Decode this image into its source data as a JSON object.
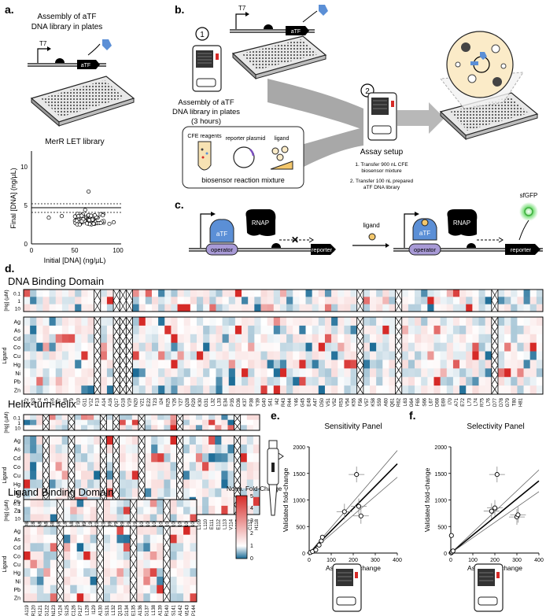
{
  "panel_labels": {
    "a": "a.",
    "b": "b.",
    "c": "c.",
    "d": "d.",
    "e": "e.",
    "f": "f."
  },
  "panel_a": {
    "title_line1": "Assembly of aTF",
    "title_line2": "DNA library in plates",
    "promoter": "T7",
    "gene": "aTF",
    "scatter_title": "MerR LET library",
    "xlabel": "Initial [DNA] (ng/µL)",
    "ylabel": "Final [DNA] (ng/µL)",
    "xticks": [
      "0",
      "50",
      "100"
    ],
    "yticks": [
      "0",
      "5",
      "10"
    ]
  },
  "panel_b": {
    "step1_number": "1",
    "step1_line1": "Assembly of aTF",
    "step1_line2": "DNA library in plates",
    "step1_line3": "(3 hours)",
    "step2_number": "2",
    "step2_title": "Assay setup",
    "step2_note1a": "1. Transfer 900 nL CFE",
    "step2_note1b": "biosensor mixture",
    "step2_note2a": "2. Transfer 100 nL prepared",
    "step2_note2b": "aTF DNA library",
    "promoter": "T7",
    "gene": "aTF",
    "cfe_label": "CFE reagents",
    "plasmid_label": "reporter plasmid",
    "ligand_label": "ligand",
    "mixture_label": "biosensor reaction mixture"
  },
  "panel_c": {
    "atf": "aTF",
    "rnap": "RNAP",
    "operator": "operator",
    "reporter": "reporter",
    "ligand": "ligand",
    "sfgfp": "sfGFP"
  },
  "panel_d": {
    "domains": [
      {
        "title": "DNA Binding Domain",
        "hg_ticks": [
          "0.1",
          "1",
          "10"
        ],
        "residues": [
          "E2",
          "N3",
          "I4",
          "L5",
          "E6",
          "N7",
          "I8",
          "T9",
          "I10",
          "G11",
          "V12",
          "F13",
          "A14",
          "A16",
          "Q17",
          "G18",
          "V19",
          "N20",
          "V21",
          "E22",
          "T23",
          "I24",
          "R25",
          "Y26",
          "Y27",
          "Q28",
          "R29",
          "K30",
          "G31",
          "L32",
          "L33",
          "E34",
          "P35",
          "D36",
          "K37",
          "P38",
          "Y39",
          "G40",
          "S41",
          "I42",
          "R43",
          "R44",
          "Y46",
          "G45",
          "E48",
          "A47",
          "D50",
          "V51",
          "V52",
          "R53",
          "V54",
          "K55",
          "F56",
          "V57",
          "K58",
          "S59",
          "A60",
          "Q61",
          "R62",
          "L63",
          "G64",
          "F65",
          "S66",
          "L67",
          "D68",
          "E69",
          "I70",
          "A71",
          "E72",
          "L73",
          "L74",
          "R75",
          "L76",
          "D77",
          "D78",
          "G79",
          "T80",
          "H81"
        ],
        "heat_cols": 81,
        "excluded_cols": [
          11,
          14,
          15,
          16,
          52,
          58,
          73
        ]
      },
      {
        "title": "Helix-turn-helix",
        "residues": [
          "Q82",
          "E83",
          "A84",
          "A85",
          "S86",
          "S87",
          "L88",
          "A89",
          "E90",
          "H91",
          "L92",
          "K93",
          "K94",
          "Q95",
          "V96",
          "R97",
          "E98",
          "K99",
          "M100",
          "A101",
          "D102",
          "L103",
          "A104",
          "R105",
          "M106",
          "E107",
          "T108",
          "L109",
          "L110",
          "E111",
          "E112",
          "L113",
          "V114",
          "A115",
          "C116",
          "C117",
          "H118"
        ],
        "heat_cols": 37,
        "excluded_cols": [
          3,
          7,
          12,
          14,
          18,
          24,
          33
        ]
      },
      {
        "title": "Ligand Binding Domain",
        "residues": [
          "A119",
          "R120",
          "K121",
          "G122",
          "N123",
          "V124",
          "S125",
          "C126",
          "P127",
          "L128",
          "I129",
          "A130",
          "S131",
          "L132",
          "Q133",
          "G134",
          "E135",
          "A136",
          "G137",
          "L138",
          "A139",
          "R140",
          "S141",
          "A142",
          "M143",
          "P144"
        ],
        "heat_cols": 26,
        "excluded_cols": [
          5,
          11,
          16,
          21
        ]
      }
    ],
    "hg_label": "[Hg] (µM)",
    "ligand_axis": "Ligand",
    "ligands": [
      "Ag",
      "As",
      "Cd",
      "Co",
      "Cu",
      "Hg",
      "Ni",
      "Pb",
      "Zn"
    ],
    "hg_ticks": [
      "0.1",
      "1",
      "10"
    ],
    "legend_title": "Norm. Fold-Change",
    "legend_ticks": [
      "0",
      "1",
      "2",
      "3",
      "4",
      "5"
    ],
    "colors": {
      "high": "#d62a27",
      "mid": "#ffffff",
      "low": "#1a6b96"
    }
  },
  "chart_data": [
    {
      "type": "scatter",
      "title": "Sensitivity Panel",
      "xlabel": "Assay fold-change",
      "ylabel": "Validated fold-change",
      "xlim": [
        0,
        400
      ],
      "ylim": [
        0,
        2000
      ],
      "xticks": [
        "0",
        "100",
        "200",
        "300",
        "400"
      ],
      "yticks": [
        "0",
        "500",
        "1000",
        "1500",
        "2000"
      ],
      "points": [
        {
          "x": 5,
          "y": 10
        },
        {
          "x": 15,
          "y": 30
        },
        {
          "x": 30,
          "y": 60
        },
        {
          "x": 45,
          "y": 150
        },
        {
          "x": 55,
          "y": 230
        },
        {
          "x": 60,
          "y": 300
        },
        {
          "x": 160,
          "y": 780
        },
        {
          "x": 215,
          "y": 1480
        },
        {
          "x": 225,
          "y": 880
        },
        {
          "x": 235,
          "y": 700
        }
      ],
      "fit": {
        "slope": 4.2,
        "intercept": 0
      }
    },
    {
      "type": "scatter",
      "title": "Selectivity Panel",
      "xlabel": "Assay fold-change",
      "ylabel": "Validated fold-change",
      "xlim": [
        0,
        400
      ],
      "ylim": [
        0,
        2000
      ],
      "xticks": [
        "0",
        "100",
        "200",
        "300",
        "400"
      ],
      "yticks": [
        "0",
        "500",
        "1000",
        "1500",
        "2000"
      ],
      "points": [
        {
          "x": 2,
          "y": 5
        },
        {
          "x": 5,
          "y": 20
        },
        {
          "x": 10,
          "y": 40
        },
        {
          "x": 3,
          "y": 330
        },
        {
          "x": 185,
          "y": 790
        },
        {
          "x": 200,
          "y": 850
        },
        {
          "x": 210,
          "y": 1480
        },
        {
          "x": 300,
          "y": 680
        },
        {
          "x": 305,
          "y": 720
        }
      ],
      "fit": {
        "slope": 3.4,
        "intercept": 0
      }
    }
  ]
}
